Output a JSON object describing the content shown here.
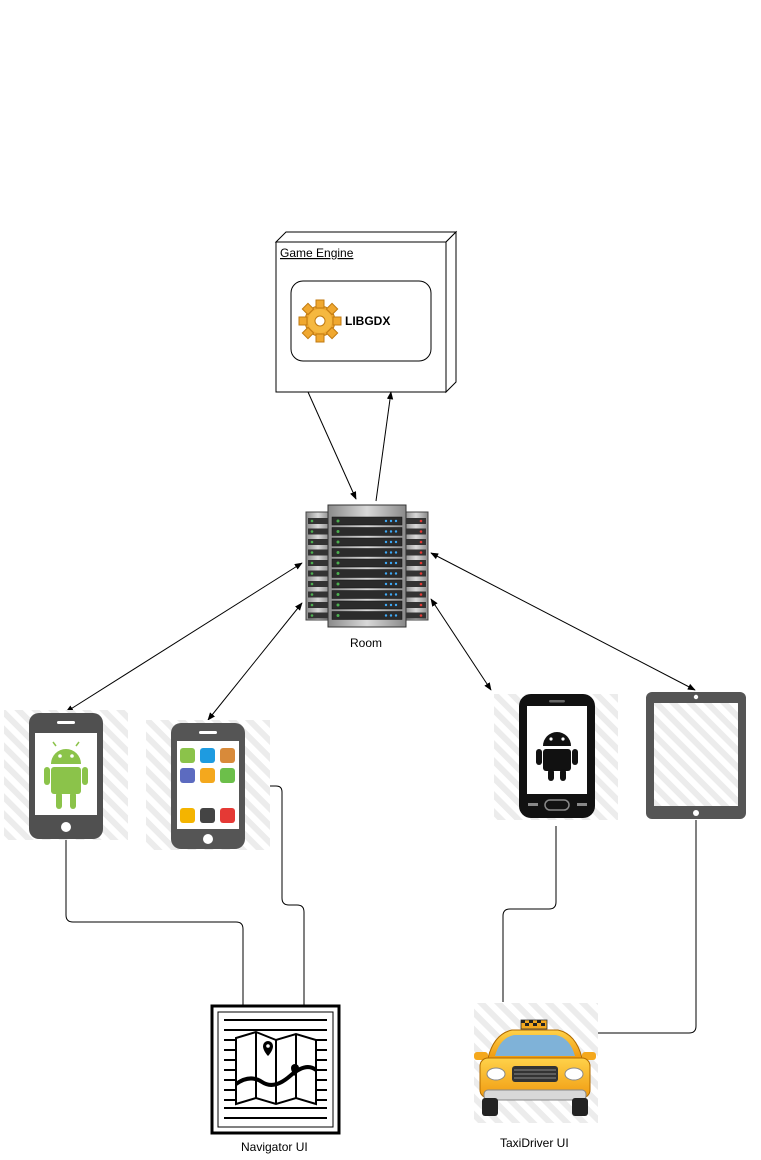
{
  "game_engine": {
    "title": "Game Engine",
    "component": "LIBGDX",
    "component_icon": "gear-icon"
  },
  "server": {
    "label": "Room",
    "icon": "server-rack-icon"
  },
  "devices": [
    {
      "id": "android-phone",
      "icon": "android-phone-icon"
    },
    {
      "id": "iphone",
      "icon": "iphone-icon"
    },
    {
      "id": "black-android-phone",
      "icon": "android-phone-dark-icon"
    },
    {
      "id": "tablet",
      "icon": "tablet-icon"
    }
  ],
  "uis": {
    "navigator": {
      "label": "Navigator UI",
      "icon": "map-icon"
    },
    "taxidriver": {
      "label": "TaxiDriver UI",
      "icon": "taxi-icon"
    }
  },
  "colors": {
    "android_green": "#8bc34a",
    "taxi_yellow": "#f4a81d",
    "gear_orange": "#f0a830",
    "device_gray": "#555555"
  }
}
